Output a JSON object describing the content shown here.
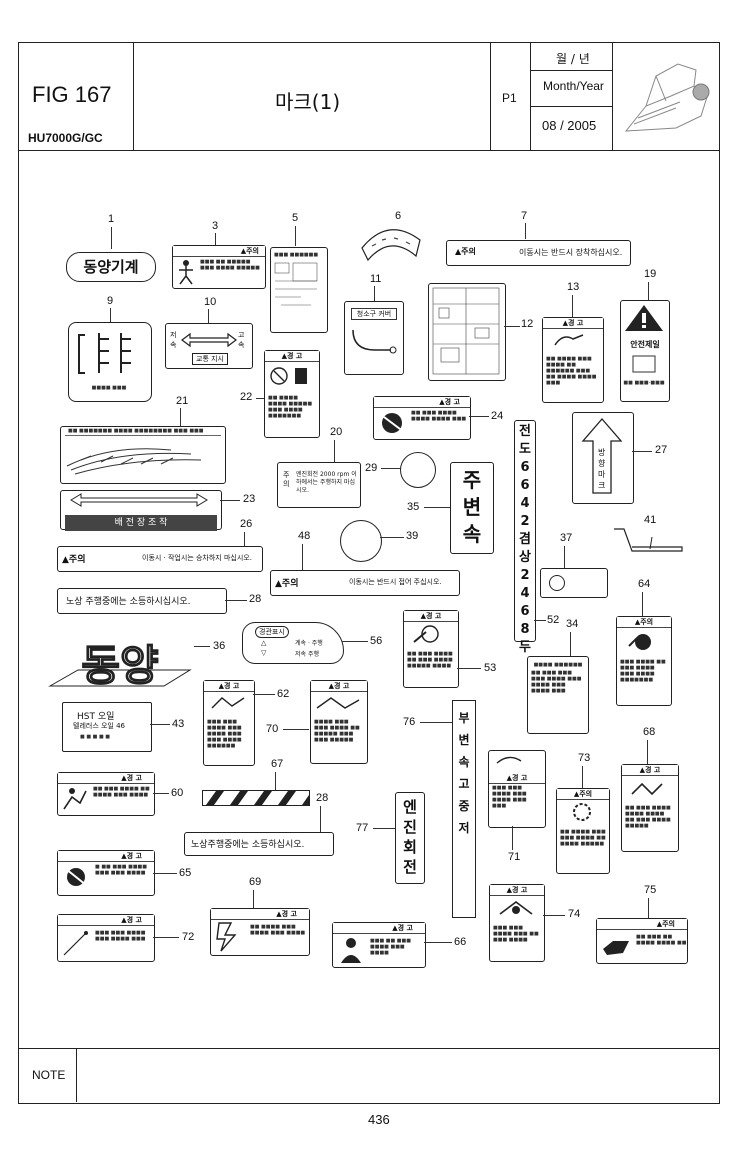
{
  "header": {
    "fig": "FIG 167",
    "model": "HU7000G/GC",
    "title": "마크(1)",
    "page": "P1",
    "date_label_kr": "월 / 년",
    "date_label_en": "Month/Year",
    "date_value": "08 / 2005"
  },
  "footer": {
    "note_label": "NOTE",
    "page_number": "436"
  },
  "callouts": [
    "1",
    "3",
    "5",
    "6",
    "7",
    "9",
    "10",
    "11",
    "12",
    "13",
    "19",
    "21",
    "22",
    "20",
    "24",
    "29",
    "35",
    "27",
    "23",
    "26",
    "48",
    "39",
    "37",
    "41",
    "28",
    "36",
    "56",
    "64",
    "62",
    "70",
    "43",
    "76",
    "52",
    "53",
    "34",
    "60",
    "67",
    "28",
    "68",
    "73",
    "77",
    "71",
    "65",
    "69",
    "75",
    "74",
    "66",
    "72"
  ],
  "decals": {
    "d1": "동양기계",
    "d7_caution": "▲주의",
    "d7_text": "이동시는 반드시 장착하십시오.",
    "d26_caution": "▲주의",
    "d26_text": "이동시 · 작업시는 승차하지 마십시오.",
    "d48_caution": "▲주의",
    "d48_text": "이동시는 반드시 접어 주십시오.",
    "d28_text": "노상 주행중에는 소등하시십시오.",
    "d28b_text": "노상주행중에는 소등하십시오.",
    "d23_text": "배 전 장 조 작",
    "d19_text": "안전제일",
    "d20_text": "엔진회전 2000 rpm 이하에서는 주행하지 마십시오.",
    "d20_side": "주의",
    "d35_text": "주변속",
    "d77_text": "엔진회전",
    "d76_text": "부변속고 중 저",
    "d27_text": "방향마크",
    "d43_line1": "HST 오일",
    "d43_line2": "텔레러스 오일 46",
    "d56_badge": "경관표시",
    "d56_line1": "계속 · 주행",
    "d56_line2": "저속 주행",
    "d34_text": "전 도 6 6 4 2 겸 상 2 4 6 8 두",
    "d11_text": "청소구 커버",
    "d10_left": "저속",
    "d10_right": "고속",
    "d10_bottom": "교통 지시",
    "warning": "▲경 고",
    "caution": "▲주의"
  },
  "colors": {
    "ink": "#222222",
    "paper": "#ffffff"
  }
}
